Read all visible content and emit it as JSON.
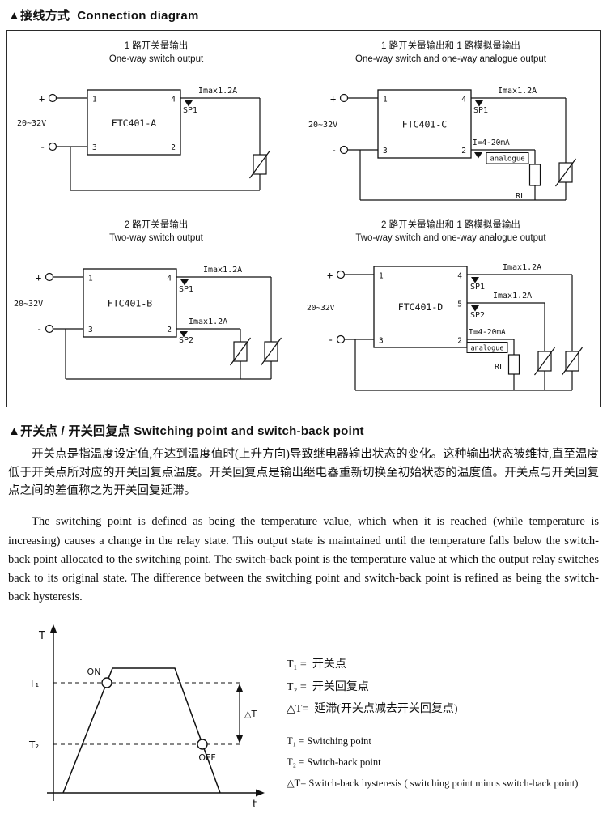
{
  "sections": {
    "connection": {
      "title": "▲接线方式  Connection diagram"
    },
    "switching": {
      "title": "▲开关点 / 开关回复点 Switching point and switch-back point"
    }
  },
  "paragraphs": {
    "cn": "开关点是指温度设定值,在达到温度值时(上升方向)导致继电器输出状态的变化。这种输出状态被维持,直至温度低于开关点所对应的开关回复点温度。开关回复点是输出继电器重新切换至初始状态的温度值。开关点与开关回复点之间的差值称之为开关回复延滞。",
    "en": "The switching point is defined as being the temperature value, which when it is reached (while temperature is increasing) causes a change in the relay state. This output state is maintained until the temperature falls below the switch-back point allocated to the switching point. The switch-back point is the temperature value at which the output relay switches back to its original state. The difference between the switching point and switch-back point is refined as being the switch-back hysteresis."
  },
  "diagrams": {
    "a": {
      "title_cn": "1 路开关量输出",
      "title_en": "One-way switch output",
      "device": "FTC401-A",
      "plus": "+",
      "minus": "-",
      "voltage": "20~32V",
      "pin1": "1",
      "pin4": "4",
      "pin3": "3",
      "pin2": "2",
      "imax1": "Imax1.2A",
      "sp1": "SP1"
    },
    "c": {
      "title_cn": "1 路开关量输出和 1 路模拟量输出",
      "title_en": "One-way switch and one-way analogue output",
      "device": "FTC401-C",
      "plus": "+",
      "minus": "-",
      "voltage": "20~32V",
      "pin1": "1",
      "pin4": "4",
      "pin3": "3",
      "pin2": "2",
      "imax1": "Imax1.2A",
      "sp1": "SP1",
      "analogue_current": "I=4-20mA",
      "analogue": "analogue",
      "rl": "RL"
    },
    "b": {
      "title_cn": "2 路开关量输出",
      "title_en": "Two-way switch output",
      "device": "FTC401-B",
      "plus": "+",
      "minus": "-",
      "voltage": "20~32V",
      "pin1": "1",
      "pin4": "4",
      "pin3": "3",
      "pin2": "2",
      "imax1": "Imax1.2A",
      "sp1": "SP1",
      "imax2": "Imax1.2A",
      "sp2": "SP2"
    },
    "d": {
      "title_cn": "2 路开关量输出和 1 路模拟量输出",
      "title_en": "Two-way switch and one-way analogue output",
      "device": "FTC401-D",
      "plus": "+",
      "minus": "-",
      "voltage": "20~32V",
      "pin1": "1",
      "pin4": "4",
      "pin5": "5",
      "pin3": "3",
      "pin2": "2",
      "imax1": "Imax1.2A",
      "sp1": "SP1",
      "imax2": "Imax1.2A",
      "sp2": "SP2",
      "analogue_current": "I=4-20mA",
      "analogue": "analogue",
      "rl": "RL"
    }
  },
  "graph": {
    "y_axis": "T",
    "x_axis": "t",
    "t1": "T₁",
    "t2": "T₂",
    "on": "ON",
    "off": "OFF",
    "delta": "△T"
  },
  "legend": {
    "cn": [
      "T₁ =  开关点",
      "T₂ =  开关回复点",
      "△T=  延滞(开关点减去开关回复点)"
    ],
    "en": [
      "T₁ = Switching point",
      "T₂ = Switch-back point",
      "△T= Switch-back hysteresis ( switching point minus switch-back point)"
    ]
  }
}
